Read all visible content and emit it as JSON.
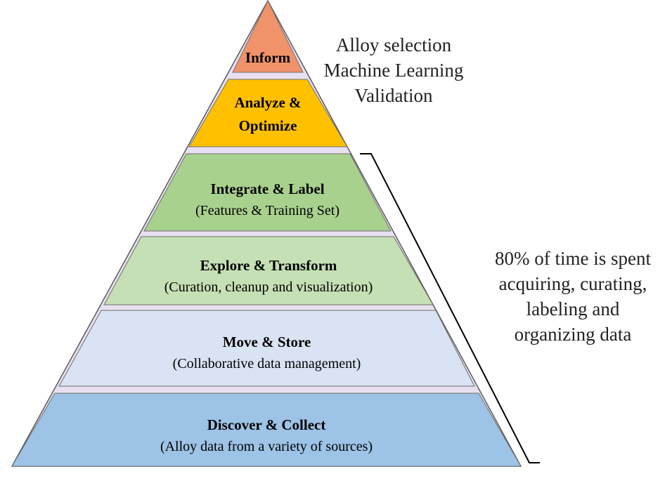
{
  "levels": {
    "inform": {
      "title": "Inform",
      "color": "#f0926a"
    },
    "analyze": {
      "title_line1": "Analyze &",
      "title_line2": "Optimize",
      "color": "#ffc000"
    },
    "integrate": {
      "title": "Integrate & Label",
      "subtitle": "(Features & Training Set)",
      "color": "#a9d18e"
    },
    "explore": {
      "title": "Explore & Transform",
      "subtitle": "(Curation, cleanup and visualization)",
      "color": "#c5e0b4"
    },
    "move": {
      "title": "Move & Store",
      "subtitle": "(Collaborative data management)",
      "color": "#dae3f3"
    },
    "discover": {
      "title": "Discover & Collect",
      "subtitle": "(Alloy data from a variety of sources)",
      "color": "#9dc3e6"
    }
  },
  "top_annotation": [
    "Alloy selection",
    "Machine Learning",
    "Validation"
  ],
  "side_annotation": [
    "80% of time is spent",
    "acquiring, curating,",
    "labeling and",
    "organizing data"
  ]
}
